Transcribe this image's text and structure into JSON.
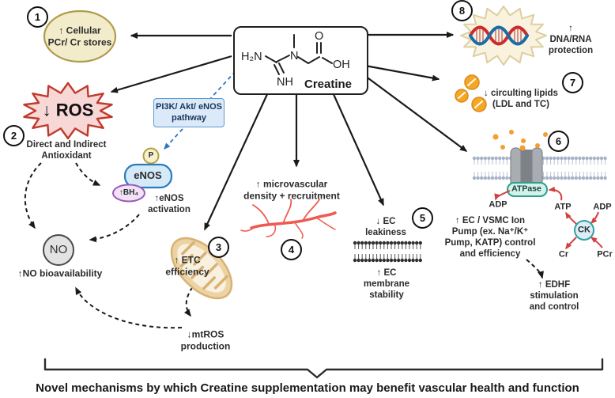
{
  "caption": "Novel mechanisms by which Creatine supplementation may benefit vascular health and function",
  "creatine": {
    "label": "Creatine",
    "atom_h2n": "H₂N",
    "atom_n": "N",
    "atom_nh": "NH",
    "atom_o": "O",
    "atom_oh": "OH"
  },
  "pathway_box": "PI3K/ Akt/ eNOS\npathway",
  "badges": {
    "b1": "1",
    "b2": "2",
    "b3": "3",
    "b4": "4",
    "b5": "5",
    "b6": "6",
    "b7": "7",
    "b8": "8"
  },
  "m1": {
    "stores": "↑ Cellular\nPCr/ Cr stores"
  },
  "m2": {
    "ros": "↓ ROS",
    "antioxidant": "Direct and Indirect\nAntioxidant",
    "p": "P",
    "enos": "eNOS",
    "bh4": "↑BH₄",
    "enos_activation": "↑eNOS\nactivation",
    "no": "NO",
    "no_bio": "↑NO bioavailability"
  },
  "m3": {
    "etc": "↑ ETC\nefficiency",
    "mtros": "↓mtROS\nproduction"
  },
  "m4": {
    "label": "↑ microvascular\ndensity + recruitment"
  },
  "m5": {
    "leak": "↓ EC\nleakiness",
    "stability": "↑ EC\nmembrane\nstability"
  },
  "m6": {
    "atpase": "ATPase",
    "adp_left": "ADP",
    "atp": "ATP",
    "adp_right": "ADP",
    "ck": "CK",
    "cr": "Cr",
    "pcr": "PCr",
    "pump": "↑ EC / VSMC Ion\nPump (ex. Na⁺/K⁺\nPump, KATP) control\nand efficiency",
    "edhf": "↑ EDHF stimulation\nand control"
  },
  "m7": {
    "label": "↓ circulting lipids\n(LDL and TC)"
  },
  "m8": {
    "label": "↑ DNA/RNA\nprotection"
  },
  "colors": {
    "ros_red": "#c0392b",
    "enos_blue": "#2b7bbd",
    "pathway_blue": "#2e75c6",
    "lipid_orange": "#f5a623",
    "arrow_red": "#d43f3f",
    "teal": "#2e9e8f"
  }
}
